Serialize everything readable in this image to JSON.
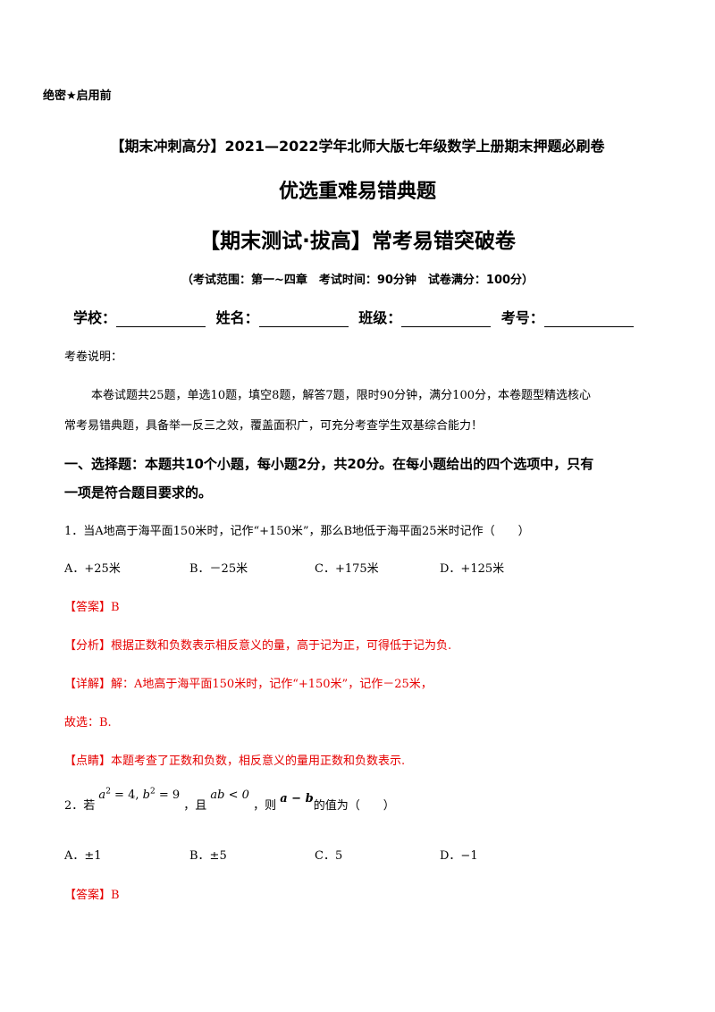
{
  "header": {
    "secret_label": "绝密★启用前",
    "title_line1": "【期末冲刺高分】2021—2022学年北师大版七年级数学上册期末押题必刷卷",
    "title_line2": "优选重难易错典题",
    "title_line3": "【期末测试·拔高】常考易错突破卷",
    "exam_scope": "（考试范围：第一~四章　考试时间：90分钟　试卷满分：100分）"
  },
  "student_fields": [
    {
      "label": "学校："
    },
    {
      "label": "姓名："
    },
    {
      "label": "班级："
    },
    {
      "label": "考号："
    }
  ],
  "instructions": {
    "heading": "考卷说明：",
    "line1": "本卷试题共25题，单选10题，填空8题，解答7题，限时90分钟，满分100分，本卷题型精选核心",
    "line2": "常考易错典题，具备举一反三之效，覆盖面积广，可充分考查学生双基综合能力！"
  },
  "section1": {
    "heading_line1": "一、选择题：本题共10个小题，每小题2分，共20分。在每小题给出的四个选项中，只有",
    "heading_line2": "一项是符合题目要求的。"
  },
  "q1": {
    "stem": "1．当A地高于海平面150米时，记作“+150米”，那么B地低于海平面25米时记作（　　）",
    "options": [
      "A．+25米",
      "B．－25米",
      "C．+175米",
      "D．+125米"
    ],
    "answer": "【答案】B",
    "analysis": "【分析】根据正数和负数表示相反意义的量，高于记为正，可得低于记为负.",
    "detail": "【详解】解：A地高于海平面150米时，记作“+150米”，记作－25米，",
    "choice": "故选：B.",
    "comment": "【点睛】本题考查了正数和负数，相反意义的量用正数和负数表示."
  },
  "q2": {
    "prefix": "2．若",
    "cond1_a": "a",
    "cond1_a_exp": "2",
    "cond1_mid": " = 4, ",
    "cond1_b": "b",
    "cond1_b_exp": "2",
    "cond1_end": " = 9",
    "join1": "，且",
    "cond2": "ab < 0",
    "join2": "，则",
    "expr": "a − b",
    "suffix": "的值为（　　）",
    "options": [
      "A．±1",
      "B．±5",
      "C．5",
      "D．−1"
    ],
    "answer": "【答案】B"
  }
}
